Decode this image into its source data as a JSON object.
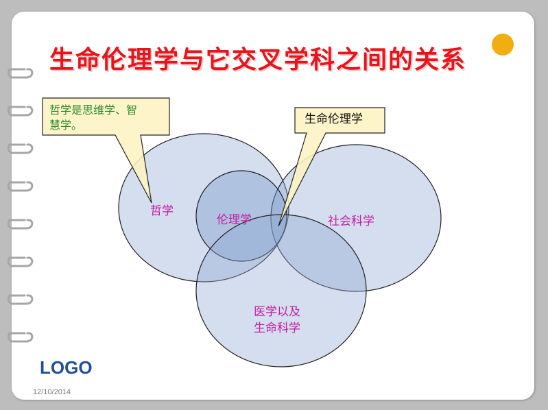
{
  "title": "生命伦理学与它交叉学科之间的关系",
  "circles": {
    "philosophy": "哲学",
    "ethics": "伦理学",
    "social_science": "社会科学",
    "medicine_line1": "医学以及",
    "medicine_line2": "生命科学"
  },
  "callouts": {
    "philosophy_note_line1": "哲学是思维学、智",
    "philosophy_note_line2": "慧学。",
    "bioethics": "生命伦理学"
  },
  "logo": "LOGO",
  "date": "12/10/2014",
  "colors": {
    "title": "#e8141b",
    "circle_label": "#c21ea3",
    "callout_fill": "#fdf4c2",
    "circle_fill": "#8ea9d3",
    "logo": "#1f4e9a",
    "accent_dot": "#f2ae10"
  }
}
